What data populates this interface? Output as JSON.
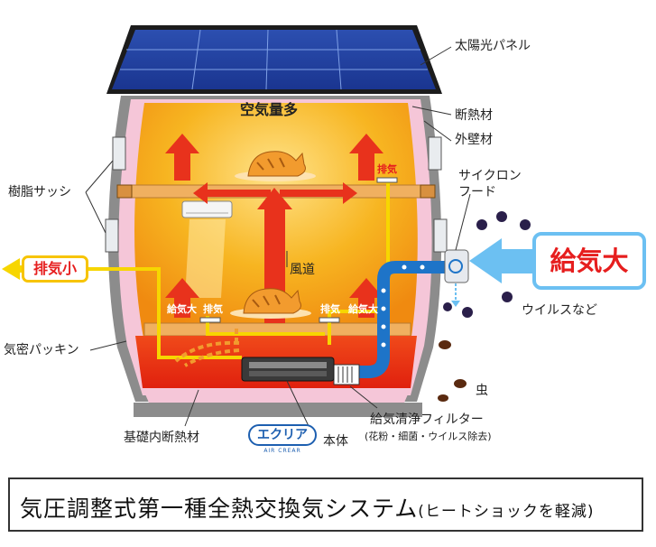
{
  "title": {
    "main": "気圧調整式第一種全熱交換気システム",
    "sub": "(ヒートショックを軽減)"
  },
  "labels": {
    "solar_panel": "太陽光パネル",
    "insulation": "断熱材",
    "exterior_wall": "外壁材",
    "resin_sash": "樹脂サッシ",
    "cyclone_hood_line1": "サイクロン",
    "cyclone_hood_line2": "フード",
    "much_air": "空気量多",
    "air_duct": "風道",
    "viruses": "ウイルスなど",
    "airtight_packing": "気密パッキン",
    "insects": "虫",
    "foundation_insulation": "基礎内断熱材",
    "unit_body": "本体",
    "supply_filter_line1": "給気清浄フィルター",
    "supply_filter_line2": "(花粉・細菌・ウイルス除去)"
  },
  "callouts": {
    "supply_large": "給気大",
    "exhaust_small": "排気小"
  },
  "vents": {
    "exhaust_upper": "排気",
    "supply_lower_left": "給気大",
    "exhaust_lower_left": "排気",
    "exhaust_lower_right": "排気",
    "supply_lower_right": "給気大"
  },
  "logo": {
    "text": "エクリア",
    "sub": "AIR CREAR"
  },
  "colors": {
    "roof_interior": "#f6b019",
    "exhaust_line": "#f7d600",
    "supply_duct": "#1e74c8",
    "warm_arrow": "#e8321c",
    "supply_arrow": "#6cc0f2",
    "insulation": "#f5c6d8",
    "wall": "#8c8c8c",
    "title_border": "#333333"
  }
}
